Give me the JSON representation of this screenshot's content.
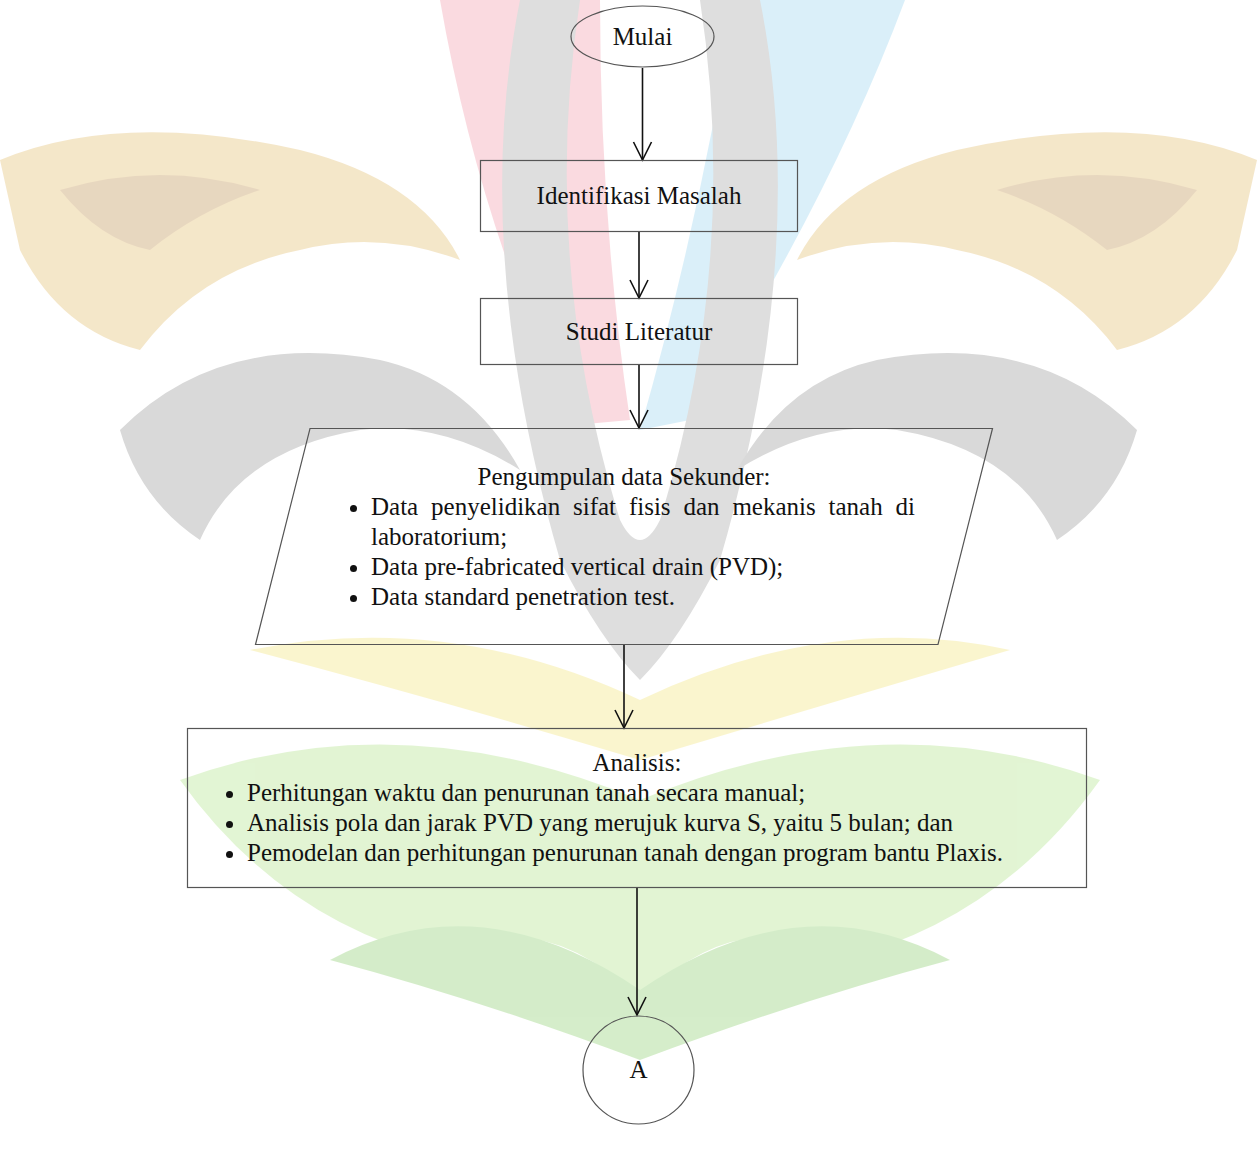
{
  "diagram": {
    "nodes": [
      {
        "text": [
          "Mulai"
        ]
      },
      {
        "text": [
          "Identifikasi Masalah"
        ]
      },
      {
        "text": [
          "Studi Literatur"
        ]
      },
      {
        "text": [
          "Pengumpulan data Sekunder:",
          "Data penyelidikan sifat fisis dan mekanis tanah di laboratorium;",
          "Data pre-fabricated vertical drain (PVD);",
          "Data standard penetration test."
        ]
      },
      {
        "text": [
          "Analisis:",
          "Perhitungan waktu dan penurunan tanah secara manual;",
          "Analisis pola dan jarak PVD yang merujuk kurva S, yaitu 5 bulan; dan",
          "Pemodelan dan perhitungan penurunan tanah dengan program bantu Plaxis."
        ]
      },
      {
        "text": [
          "A"
        ]
      }
    ],
    "edges": [
      {
        "from": 0,
        "to": 1,
        "arrow": "to"
      },
      {
        "from": 1,
        "to": 2,
        "arrow": "to"
      },
      {
        "from": 2,
        "to": 3,
        "arrow": "to"
      },
      {
        "from": 3,
        "to": 4,
        "arrow": "to"
      },
      {
        "from": 4,
        "to": 5,
        "arrow": "to"
      }
    ]
  }
}
